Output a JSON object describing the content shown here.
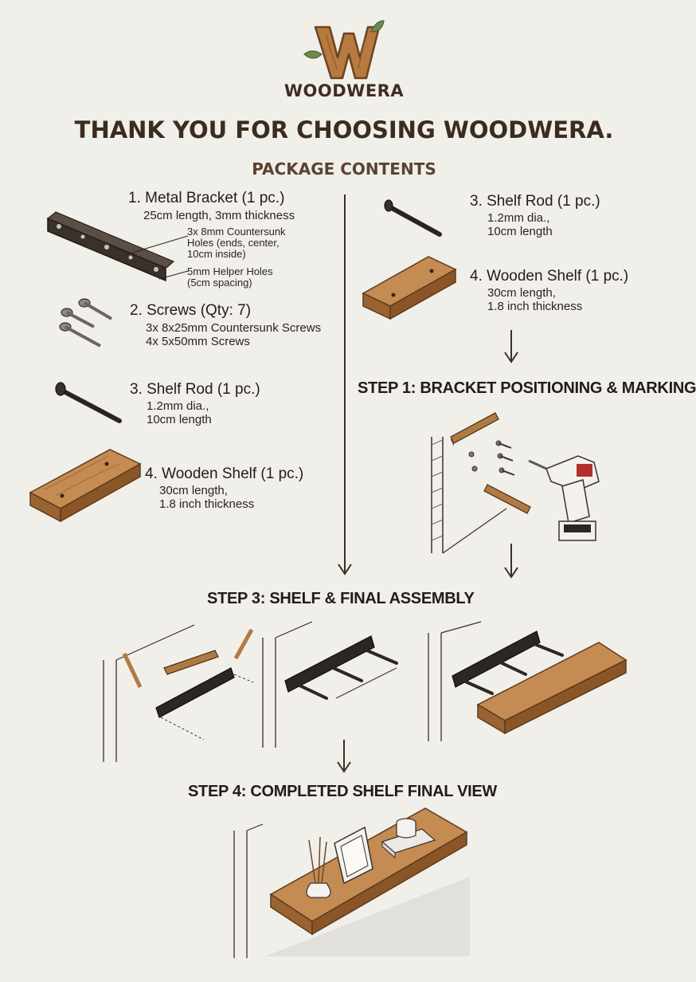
{
  "brand": {
    "name": "WOODWERA"
  },
  "header": {
    "title": "THANK YOU FOR CHOOSING WOODWERA.",
    "subtitle": "PACKAGE CONTENTS"
  },
  "contents_left": {
    "bracket": {
      "title": "1. Metal Bracket (1 pc.)",
      "desc": "25cm length, 3mm thickness",
      "callout_holes": "3x 8mm Countersunk\nHoles (ends, center,\n10cm inside)",
      "callout_helper": "5mm Helper Holes\n(5cm spacing)"
    },
    "screws": {
      "title": "2. Screws (Qty: 7)",
      "desc": "3x 8x25mm Countersunk Screws\n4x 5x50mm Screws"
    },
    "rod": {
      "title": "3. Shelf Rod (1 pc.)",
      "desc": "1.2mm dia.,\n10cm length"
    },
    "shelf": {
      "title": "4. Wooden Shelf (1 pc.)",
      "desc": "30cm length,\n1.8 inch thickness"
    }
  },
  "contents_right": {
    "rod": {
      "title": "3. Shelf Rod (1 pc.)",
      "desc": "1.2mm dia.,\n10cm length"
    },
    "shelf": {
      "title": "4. Wooden Shelf (1 pc.)",
      "desc": "30cm length,\n1.8 inch thickness"
    }
  },
  "steps": {
    "step1": "STEP 1: BRACKET POSITIONING & MARKING",
    "step3": "STEP 3: SHELF & FINAL ASSEMBLY",
    "step4": "STEP 4: COMPLETED SHELF FINAL VIEW"
  },
  "colors": {
    "background": "#f1efe9",
    "wood": "#b07a45",
    "metal": "#2d2622",
    "text": "#3b2c20"
  }
}
